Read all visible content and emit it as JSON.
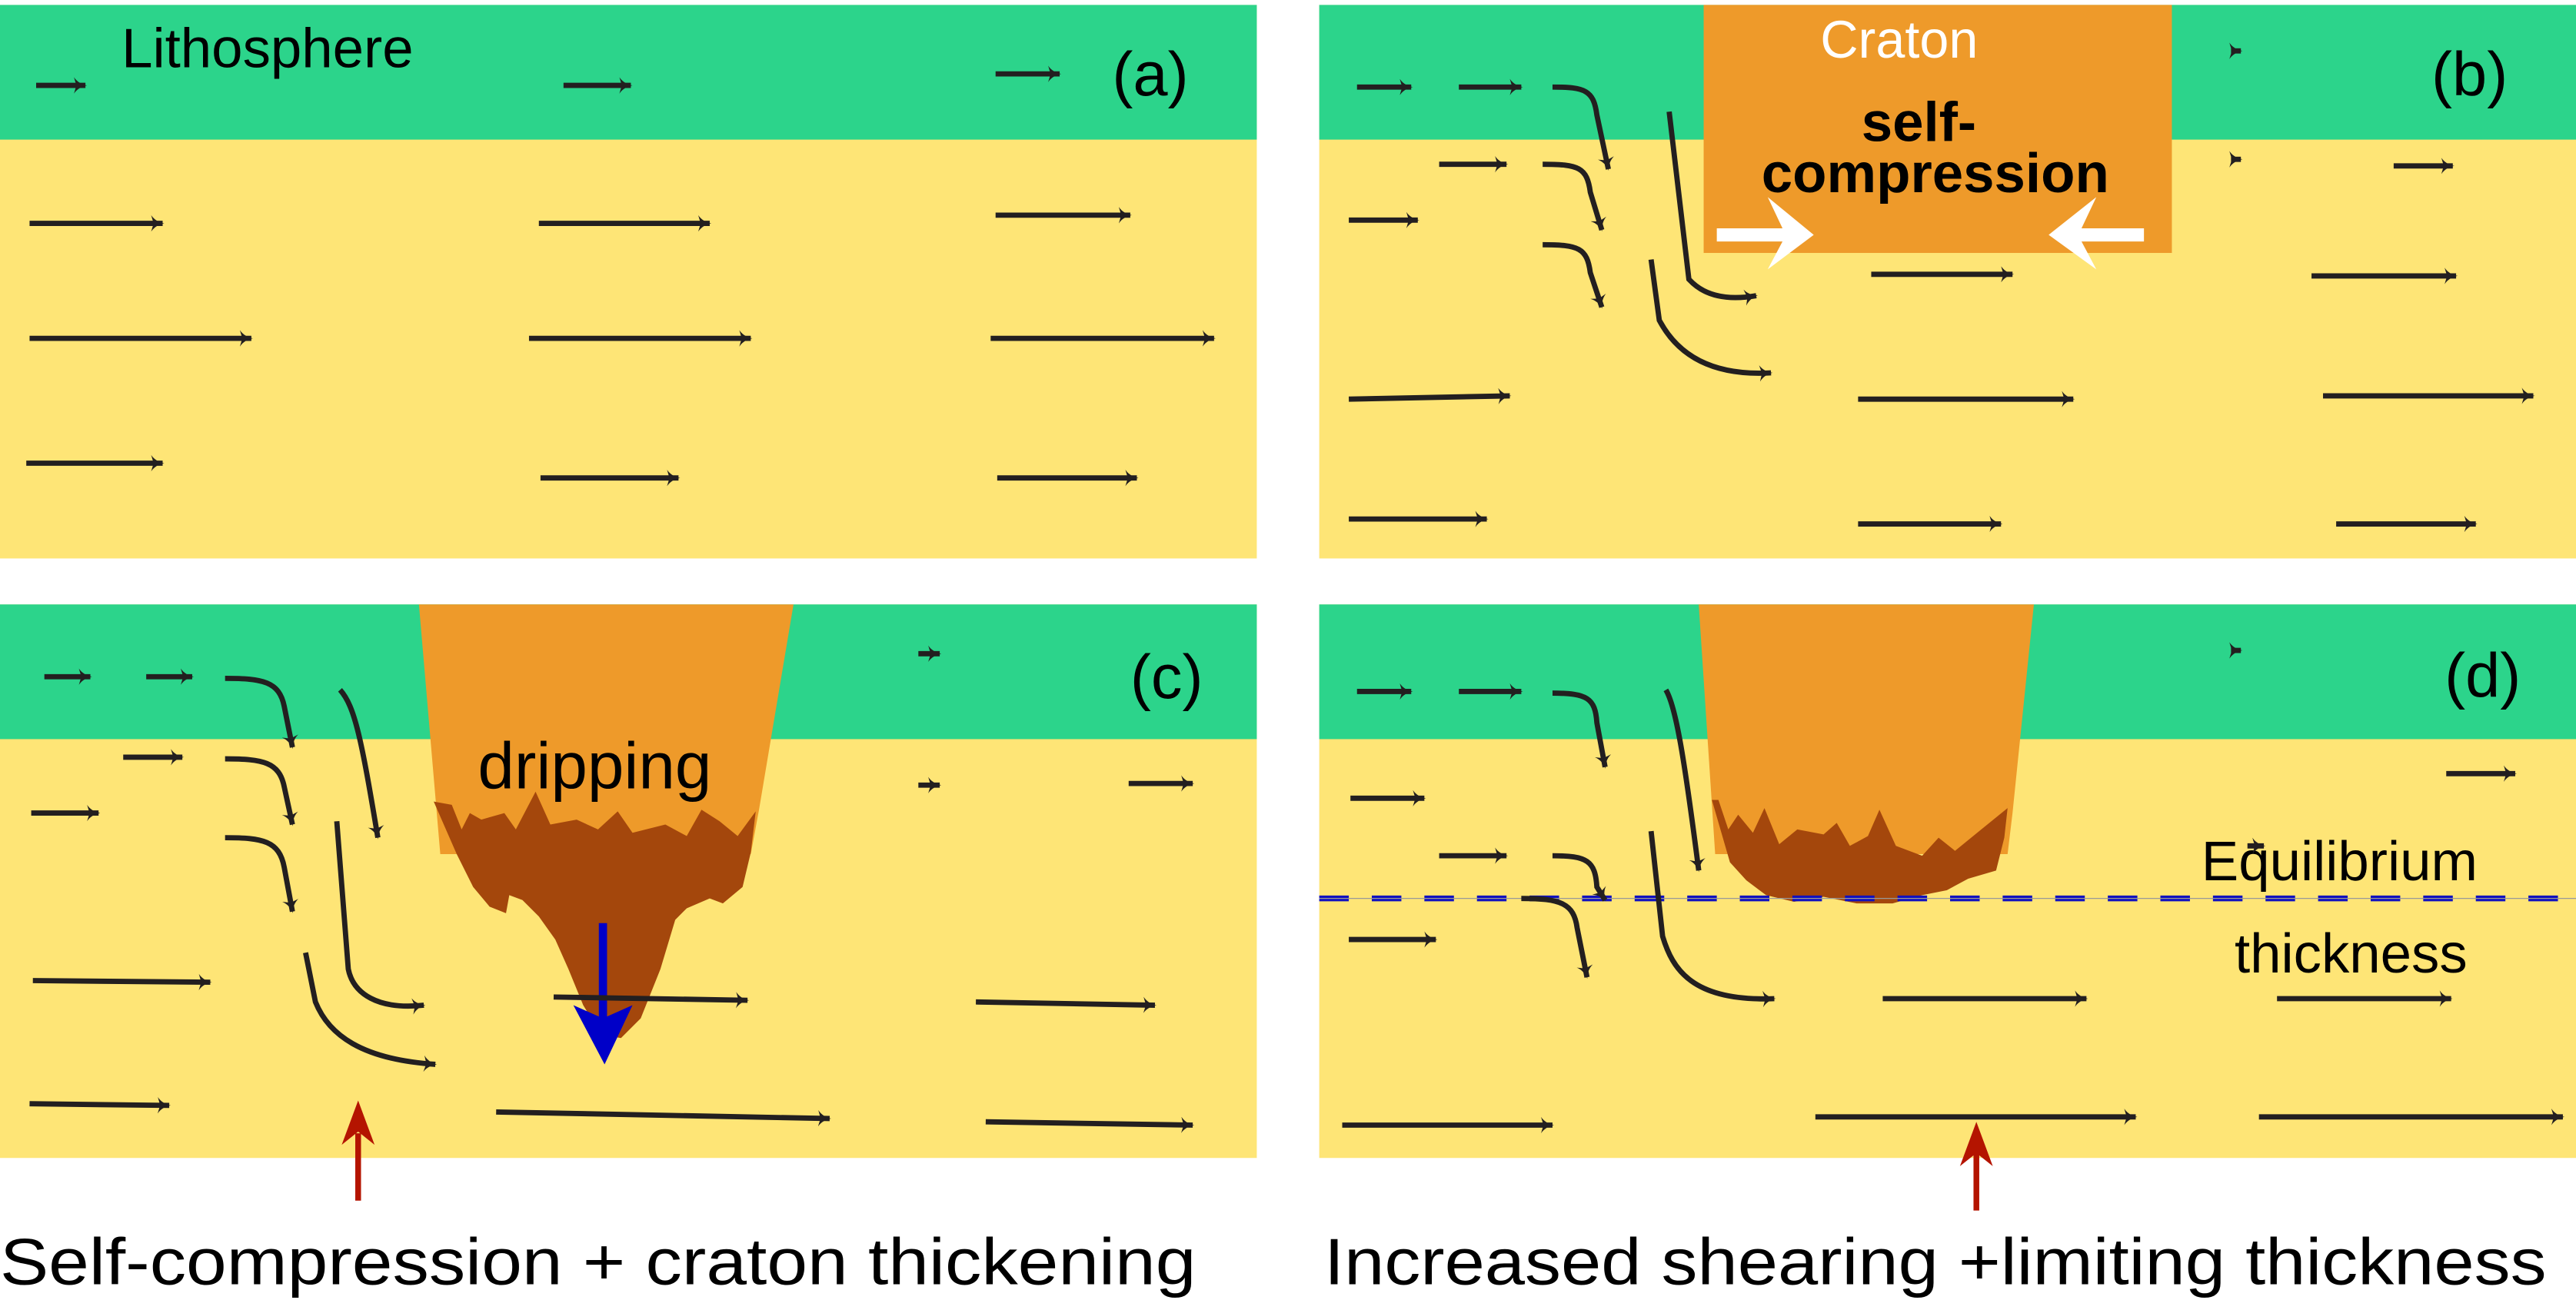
{
  "figure": {
    "colors": {
      "lithosphere": "#2cd48b",
      "mantle": "#fee576",
      "craton": "#ee9a2a",
      "drip": "#a4470c",
      "flow_arrow": "#231f20",
      "drip_arrow": "#0000c8",
      "indicator_arrow": "#b41400",
      "equilibrium_line": "#1010c0",
      "compression_arrow": "#ffffff"
    },
    "panels": [
      {
        "id": "a",
        "label": "(a)",
        "layer_label": "Lithosphere"
      },
      {
        "id": "b",
        "label": "(b)",
        "craton_label": "Craton",
        "process_label_line1": "self-",
        "process_label_line2": "compression"
      },
      {
        "id": "c",
        "label": "(c)",
        "process_label": "dripping"
      },
      {
        "id": "d",
        "label": "(d)",
        "line_label_1": "Equilibrium",
        "line_label_2": "thickness"
      }
    ],
    "captions": {
      "left": "Self-compression + craton thickening",
      "right": "Increased shearing +limiting thickness"
    }
  }
}
